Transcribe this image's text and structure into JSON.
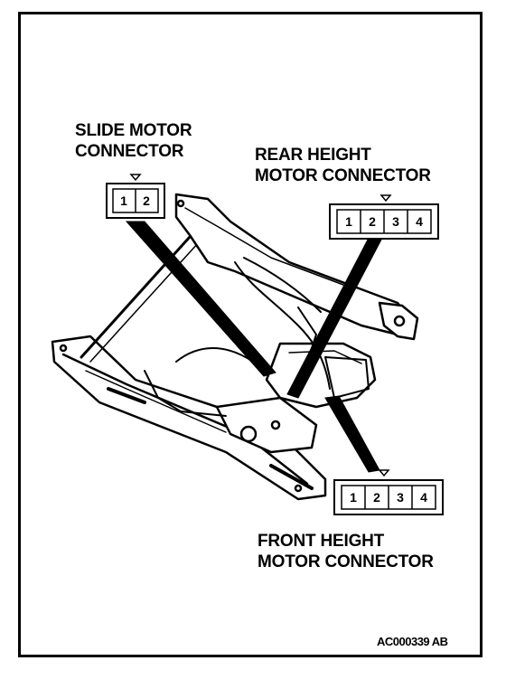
{
  "labels": {
    "slide_line1": "SLIDE MOTOR",
    "slide_line2": "CONNECTOR",
    "rear_line1": "REAR HEIGHT",
    "rear_line2": "MOTOR CONNECTOR",
    "front_line1": "FRONT HEIGHT",
    "front_line2": "MOTOR CONNECTOR"
  },
  "connectors": {
    "slide": {
      "pins": [
        "1",
        "2"
      ]
    },
    "rear": {
      "pins": [
        "1",
        "2",
        "3",
        "4"
      ]
    },
    "front": {
      "pins": [
        "1",
        "2",
        "3",
        "4"
      ]
    }
  },
  "figure_code": "AC000339 AB",
  "colors": {
    "ink": "#000000",
    "paper": "#ffffff"
  }
}
